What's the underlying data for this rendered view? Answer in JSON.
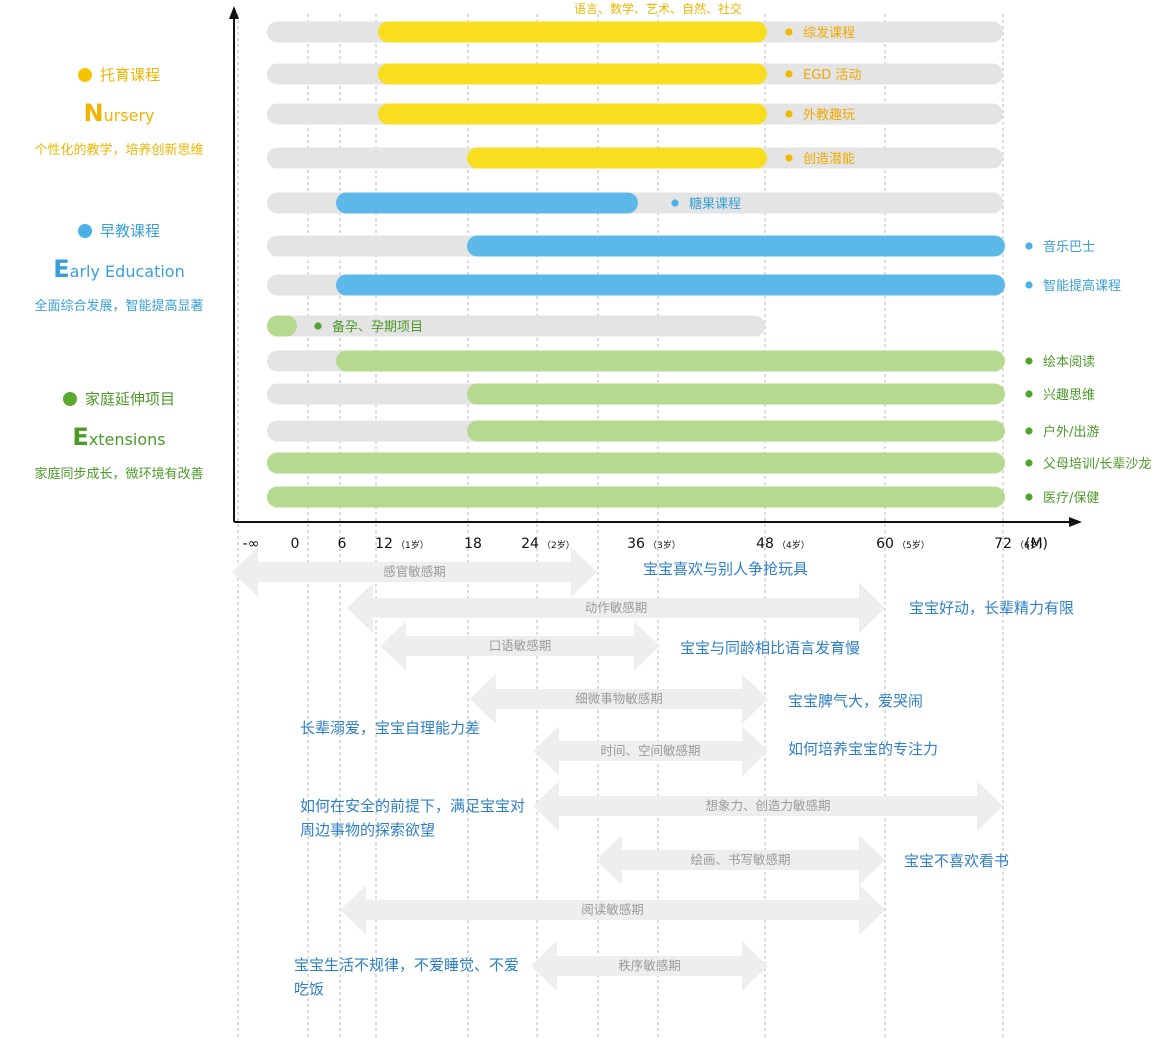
{
  "chart_data": {
    "type": "timeline",
    "x_unit": "(M)",
    "tick_labels": [
      {
        "x": "-inf",
        "label": "-∞",
        "sub": ""
      },
      {
        "x": 0,
        "label": "0",
        "sub": ""
      },
      {
        "x": 6,
        "label": "6",
        "sub": ""
      },
      {
        "x": 12,
        "label": "12",
        "sub": "（1岁）"
      },
      {
        "x": 18,
        "label": "18",
        "sub": ""
      },
      {
        "x": 24,
        "label": "24",
        "sub": "（2岁）"
      },
      {
        "x": 36,
        "label": "36",
        "sub": "（3岁）"
      },
      {
        "x": 48,
        "label": "48",
        "sub": "（4岁）"
      },
      {
        "x": 60,
        "label": "60",
        "sub": "（5岁）"
      },
      {
        "x": 72,
        "label": "72",
        "sub": "（6岁）"
      }
    ],
    "top_annotation": "语言、数学、艺术、自然、社交",
    "programs": [
      {
        "name": "综发课程",
        "group": "nursery",
        "start": 12,
        "end": 48
      },
      {
        "name": "EGD 活动",
        "group": "nursery",
        "start": 12,
        "end": 48
      },
      {
        "name": "外教趣玩",
        "group": "nursery",
        "start": 12,
        "end": 48
      },
      {
        "name": "创造潜能",
        "group": "nursery",
        "start": 18,
        "end": 48
      },
      {
        "name": "糖果课程",
        "group": "early",
        "start": 6,
        "end": 36
      },
      {
        "name": "音乐巴士",
        "group": "early",
        "start": 18,
        "end": 72
      },
      {
        "name": "智能提高课程",
        "group": "early",
        "start": 6,
        "end": 72
      },
      {
        "name": "备孕、孕期项目",
        "group": "extensions",
        "start": "-inf",
        "end": 0
      },
      {
        "name": "绘本阅读",
        "group": "extensions",
        "start": 6,
        "end": 72
      },
      {
        "name": "兴趣思维",
        "group": "extensions",
        "start": 18,
        "end": 72
      },
      {
        "name": "户外/出游",
        "group": "extensions",
        "start": 18,
        "end": 72
      },
      {
        "name": "父母培训/长辈沙龙",
        "group": "extensions",
        "start": "-inf",
        "end": 72
      },
      {
        "name": "医疗/保健",
        "group": "extensions",
        "start": "-inf",
        "end": 72
      }
    ],
    "sensitive_periods": [
      {
        "name": "感官敏感期",
        "start": "-inf",
        "end": 30
      },
      {
        "name": "动作敏感期",
        "start": 6,
        "end": 60
      },
      {
        "name": "口语敏感期",
        "start": 12,
        "end": 36
      },
      {
        "name": "细微事物敏感期",
        "start": 18,
        "end": 48
      },
      {
        "name": "时间、空间敏感期",
        "start": 24,
        "end": 48
      },
      {
        "name": "想象力、创造力敏感期",
        "start": 24,
        "end": 72
      },
      {
        "name": "绘画、书写敏感期",
        "start": 30,
        "end": 60
      },
      {
        "name": "阅读敏感期",
        "start": 6,
        "end": 60
      },
      {
        "name": "秩序敏感期",
        "start": 24,
        "end": 48
      }
    ]
  },
  "legend": {
    "nursery": {
      "title": "托育课程",
      "en_initial": "N",
      "en_rest": "ursery",
      "desc": "个性化的教学，培养创新思维",
      "color": "#f5c400"
    },
    "early": {
      "title": "早教课程",
      "en_initial": "E",
      "en_rest": "arly Education",
      "desc": "全面综合发展，智能提高显著",
      "color": "#4ab0e6"
    },
    "extensions": {
      "title": "家庭延伸项目",
      "en_initial": "E",
      "en_rest": "xtensions",
      "desc": "家庭同步成长，微环境有改善",
      "color": "#5aaa32"
    }
  },
  "colors": {
    "nursery_bar": "#f9de1f",
    "early_bar": "#5db8ea",
    "extensions_bar": "#b5d98f",
    "track": "#e4e4e4",
    "period_arrow": "#eeeeee",
    "note_text": "#2f7fc6",
    "period_text": "#9a9a9a"
  },
  "notes": [
    "宝宝喜欢与别人争抢玩具",
    "宝宝好动，长辈精力有限",
    "宝宝与同龄相比语言发育慢",
    "宝宝脾气大，爱哭闹",
    "长辈溺爱，宝宝自理能力差",
    "如何培养宝宝的专注力",
    "如何在安全的前提下，满足宝宝对",
    "周边事物的探索欲望",
    "宝宝不喜欢看书",
    "宝宝生活不规律，不爱睡觉、不爱",
    "吃饭"
  ]
}
